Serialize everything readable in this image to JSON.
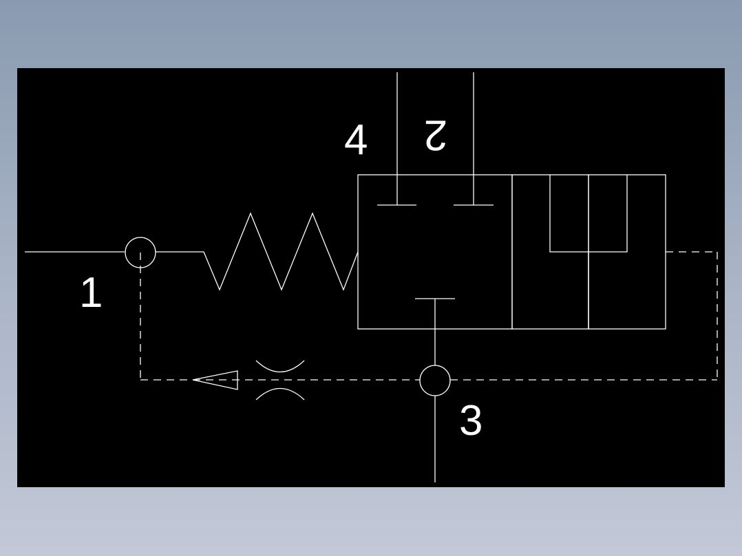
{
  "diagram": {
    "ports": {
      "port_1": "1",
      "port_2": "2",
      "port_3": "3",
      "port_4": "4"
    }
  },
  "colors": {
    "background": "#000000",
    "line": "#ffffff",
    "window_gradient_top": "#8a9ab0",
    "window_gradient_bottom": "#c2c8d6"
  }
}
